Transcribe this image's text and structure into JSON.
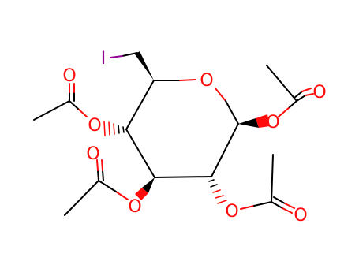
{
  "molecule": {
    "colors": {
      "carbon_bond": "#000000",
      "oxygen": "#ff0d0d",
      "iodine": "#940094"
    },
    "atoms": {
      "iodine": "I",
      "ring_oxygen": "O",
      "o_c1_ester": "O",
      "o_c1_carbonyl": "O",
      "o_c2_ester": "O",
      "o_c2_carbonyl": "O",
      "o_c3_ester": "O",
      "o_c3_carbonyl": "O",
      "o_c4_ester": "O",
      "o_c4_carbonyl": "O"
    }
  }
}
